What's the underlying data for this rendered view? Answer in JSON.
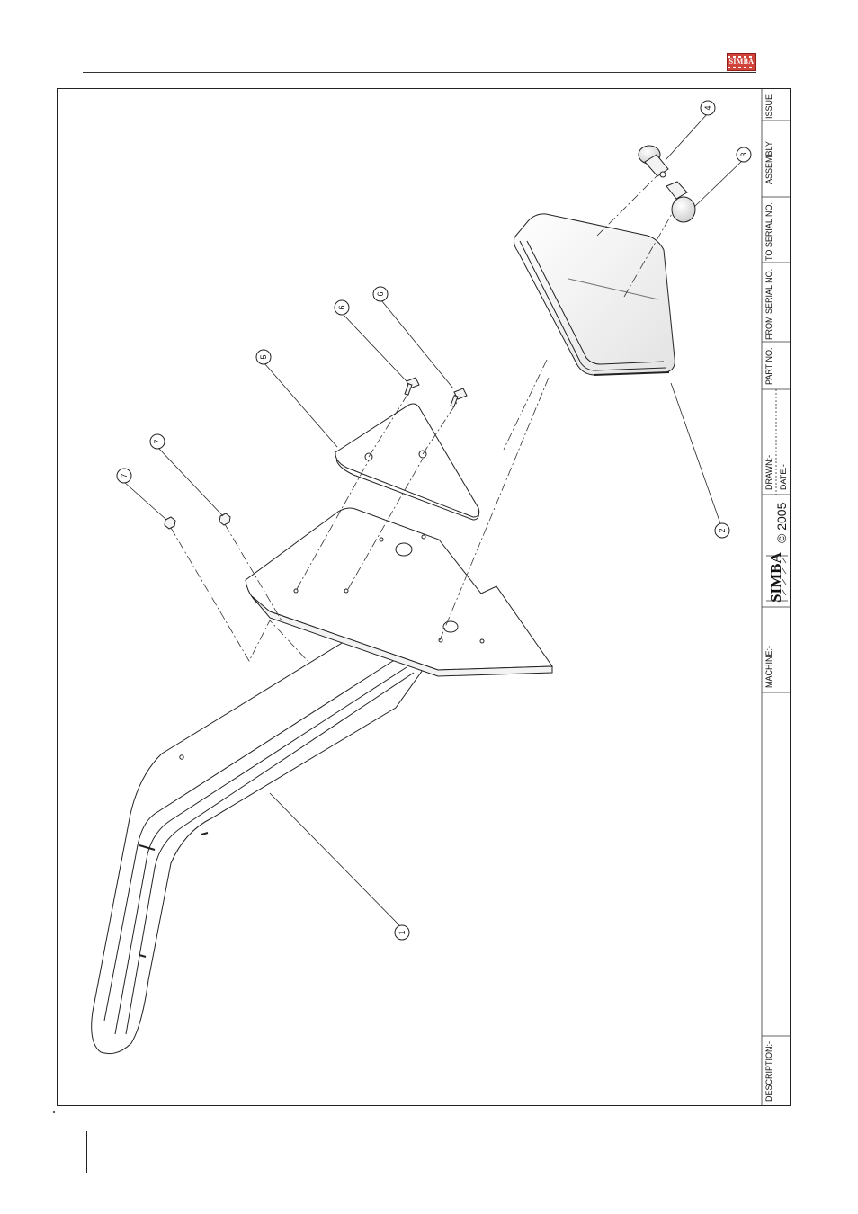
{
  "header": {
    "brand_logo_text": "SIMBA"
  },
  "title_block": {
    "issue_label": "ISSUE",
    "assembly_label": "ASSEMBLY",
    "to_serial_label": "TO SERIAL NO.",
    "from_serial_label": "FROM SERIAL NO.",
    "part_no_label": "PART NO.",
    "drawn_label": "DRAWN:-",
    "date_label": "DATE:-",
    "copyright_text": "© 2005",
    "brand_text": "SIMBA",
    "machine_label": "MACHINE:-",
    "description_label": "DESCRIPTION:-"
  },
  "callouts": [
    "1",
    "2",
    "3",
    "4",
    "5",
    "6",
    "6",
    "7",
    "7"
  ]
}
